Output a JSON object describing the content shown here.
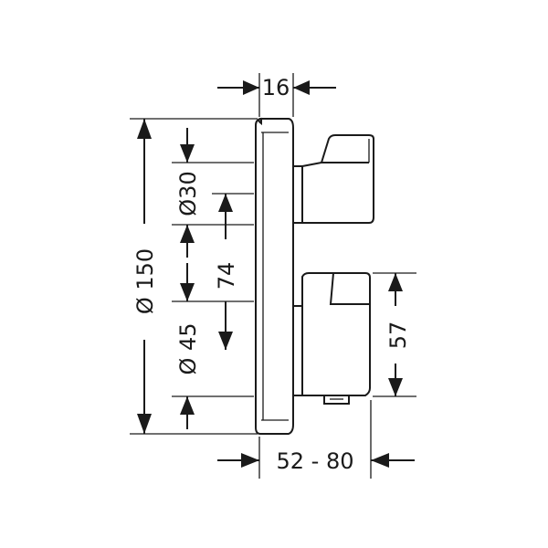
{
  "dimensions": {
    "plate_thickness": "16",
    "plate_diameter": "Ø 150",
    "knob_diameter_upper": "Ø30",
    "knob_center_spacing": "74",
    "knob_diameter_lower": "Ø 45",
    "lower_knob_height": "57",
    "projection_range": "52 - 80"
  },
  "colors": {
    "ink": "#1a1a1a",
    "background": "#ffffff"
  }
}
